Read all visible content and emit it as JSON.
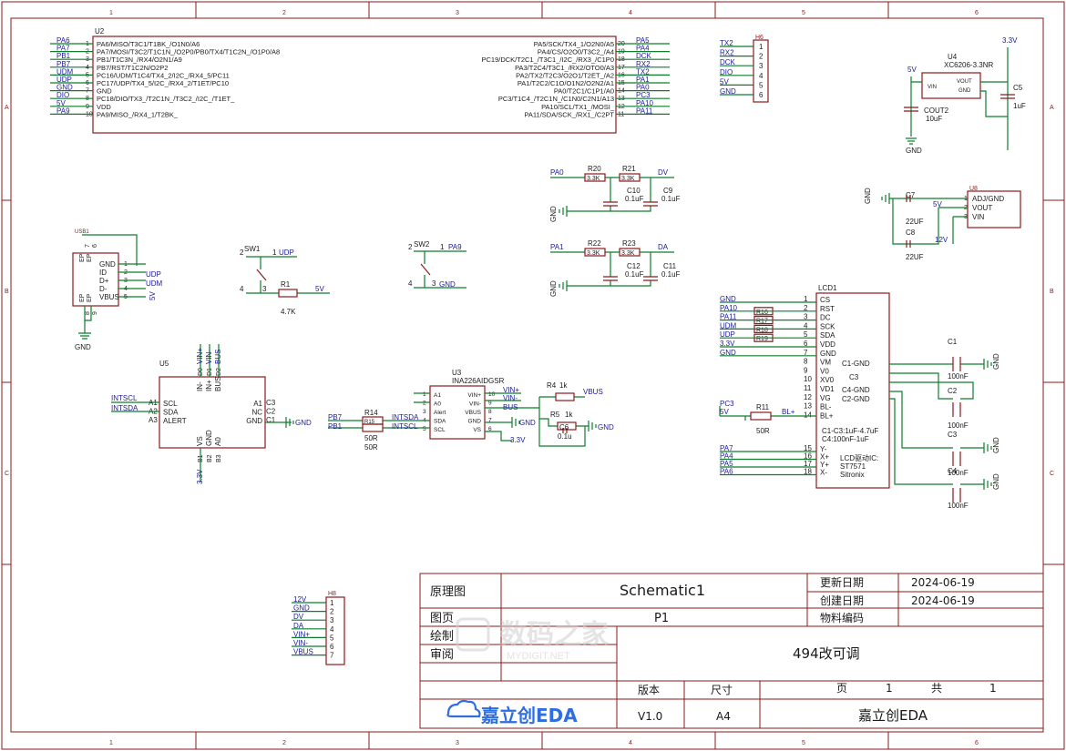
{
  "rulers": {
    "columns": [
      "1",
      "2",
      "3",
      "4",
      "5",
      "6"
    ],
    "rows": [
      "A",
      "B",
      "C"
    ]
  },
  "u2": {
    "ref": "U2",
    "left_nets": [
      "PA6",
      "PA7",
      "PB1",
      "PB7",
      "UDM",
      "UDP",
      "GND",
      "DIO",
      "5V",
      "PA9"
    ],
    "left_pins": [
      "1",
      "2",
      "3",
      "4",
      "5",
      "6",
      "7",
      "8",
      "9",
      "10"
    ],
    "left_funcs": [
      "PA6/MISO/T3C1/T1BK_/O1N0/A6",
      "PA7/MOSI/T3C2/T1C1N_/O2P0/PB0/TX4/T1C2N_/O1P0/A8",
      "PB1/T1C3N_/RX4/O2N1/A9",
      "PB7/RST/T1C2N/O2P2",
      "PC16/UDM/T1C4/TX4_2/I2C_/RX4_5/PC11",
      "PC17/UDP/TX4_5/I2C_/RX4_2/T1ET/PC10",
      "GND",
      "PC18/DIO/TX3_/T2C1N_/T3C2_/I2C_/T1ET_",
      "VDD",
      "PA9/MISO_/RX4_1/T2BK_"
    ],
    "right_nets": [
      "PA5",
      "PA4",
      "DCK",
      "RX2",
      "TX2",
      "PA1",
      "PA0",
      "PC3",
      "PA10",
      "PA11"
    ],
    "right_pins": [
      "20",
      "19",
      "18",
      "17",
      "16",
      "15",
      "14",
      "13",
      "12",
      "11"
    ],
    "right_funcs": [
      "PA5/SCK/TX4_1/O2N0/A5",
      "PA4/CS/O2O0/T3C2_/A4",
      "PC19/DCK/T2C1_/T3C1_/I2C_/RX3_/C1P0",
      "PA3/T2C4/T3C1_/RX2/OTO0/A3",
      "PA2/TX2/T2C3/O2O1/T2ET_/A2",
      "PA1/T2C2/C1O/O1N2/O2N2/A1",
      "PA0/T2C1/C1P1/A0",
      "PC3/T1C4_/T2C1N_/C1N0/C2N1/A13",
      "PA10/SCL/TX1_/MOSI_",
      "PA11/SDA/SCK_/RX1_/C2PT"
    ]
  },
  "h_uart": {
    "ref": "H6",
    "nets": [
      "TX2",
      "RX2",
      "DCK",
      "DIO",
      "5V",
      "GND"
    ],
    "pins": [
      "1",
      "2",
      "3",
      "4",
      "5",
      "6"
    ]
  },
  "u4": {
    "ref": "U4",
    "part": "XC6206-3.3NR",
    "vin": "VIN",
    "vout": "VOUT",
    "gnd": "GND",
    "in_net": "5V",
    "out_net": "3.3V",
    "cout": "COUT2",
    "cout_val": "10uF",
    "c5": "C5",
    "c5_val": "1uF",
    "gnd_label": "GND"
  },
  "divider1": {
    "in_net": "PA0",
    "r_a": "R20",
    "r_a_val": "3.3K",
    "r_b": "R21",
    "r_b_val": "3.3K",
    "out_net": "DV",
    "c_a": "C10",
    "c_a_val": "0.1uF",
    "c_b": "C9",
    "c_b_val": "0.1uF",
    "gnd": "GND"
  },
  "divider2": {
    "in_net": "PA1",
    "r_a": "R22",
    "r_a_val": "3.3K",
    "r_b": "R23",
    "r_b_val": "3.3K",
    "out_net": "DA",
    "c_a": "C12",
    "c_a_val": "0.1uF",
    "c_b": "C11",
    "c_b_val": "0.1uF",
    "gnd": "GND"
  },
  "u8": {
    "ref": "U8",
    "pins": [
      "1",
      "2",
      "3"
    ],
    "labels": [
      "ADJ/GND",
      "VOUT",
      "VIN"
    ],
    "c7": "C7",
    "c7_val": "22UF",
    "c8": "C8",
    "c8_val": "22UF",
    "net_a": "5V",
    "net_b": "12V",
    "gnd": "GND"
  },
  "usb": {
    "ref": "USB1",
    "pins": [
      "1",
      "2",
      "3",
      "4",
      "5"
    ],
    "labels": [
      "GND",
      "ID",
      "D+",
      "D-",
      "VBUS"
    ],
    "ep_labels": [
      "EP",
      "EP",
      "EP",
      "EP"
    ],
    "ep_pins": [
      "7",
      "6",
      "8",
      "9"
    ],
    "nets": [
      "UDP",
      "UDM",
      "5V"
    ],
    "gnd": "GND"
  },
  "sw1": {
    "ref": "SW1",
    "pins": [
      "2",
      "1",
      "4",
      "3"
    ],
    "net": "UDP",
    "r": "R1",
    "r_val": "4.7K",
    "out_net": "5V"
  },
  "sw2": {
    "ref": "SW2",
    "pins": [
      "2",
      "1",
      "4",
      "3"
    ],
    "net": "PA9",
    "gnd": "GND"
  },
  "u5": {
    "ref": "U5",
    "left": [
      "SCL",
      "SDA",
      "ALERT"
    ],
    "left_pins": [
      "A1",
      "A2",
      "A3"
    ],
    "left_nets": [
      "INTSCL",
      "INTSDA"
    ],
    "right": [
      "A1",
      "NC",
      "GND"
    ],
    "right_pins": [
      "C3",
      "C2",
      "C1"
    ],
    "top": [
      "IN-",
      "IN+",
      "BUS"
    ],
    "top_pins": [
      "D0",
      "D1",
      "D2"
    ],
    "top_nets": [
      "VIN+",
      "VIN-",
      "BUS"
    ],
    "bottom": [
      "VS",
      "GND",
      "A0"
    ],
    "bottom_pins": [
      "B1",
      "B2",
      "B3"
    ],
    "bottom_net": "3.3V",
    "gnd": "GND"
  },
  "u3": {
    "ref": "U3",
    "part": "INA226AIDGSR",
    "left": [
      "A1",
      "A0",
      "Alert",
      "SDA",
      "SCL"
    ],
    "right": [
      "VIN+",
      "VIN-",
      "VBUS",
      "GND",
      "VS"
    ],
    "right_pins": [
      "10",
      "9",
      "8",
      "7",
      "6"
    ],
    "left_pins": [
      "1",
      "2",
      "3",
      "4",
      "5"
    ],
    "nets_right": [
      "VIN+",
      "VIN-",
      "BUS"
    ],
    "nets_left": [
      "INTSDA",
      "INTSCL"
    ],
    "vs_net": "3.3V",
    "gnd": "GND",
    "r14": "R14",
    "r14_val": "50R",
    "r15": "R15",
    "r15_val": "50R",
    "pb7": "PB7",
    "pb1": "PB1",
    "r4": "R4",
    "r4_val": "1k",
    "r5": "R5",
    "r5_val": "1k",
    "c6": "C6",
    "c6_val": "0.1u",
    "vbus": "VBUS"
  },
  "lcd": {
    "ref": "LCD1",
    "pins": [
      "1",
      "2",
      "3",
      "4",
      "5",
      "6",
      "7",
      "8",
      "9",
      "10",
      "11",
      "12",
      "13",
      "14",
      "15",
      "16",
      "17",
      "18"
    ],
    "labels": [
      "CS",
      "RST",
      "DC",
      "SCK",
      "SDA",
      "VDD",
      "GND",
      "VM",
      "V0",
      "XV0",
      "VD1",
      "VG",
      "BL-",
      "BL+",
      "Y-",
      "X+",
      "Y+",
      "X-"
    ],
    "nets": [
      "GND",
      "PA10",
      "PA11",
      "UDM",
      "UDP",
      "3.3V",
      "GND"
    ],
    "res": [
      "R16",
      "R17",
      "R18",
      "R19"
    ],
    "cap_labels": [
      "C1-GND",
      "C3",
      "C4-GND",
      "C2-GND"
    ],
    "note1": "C1-C3:1uF-4.7uF",
    "note2": "C4:100nF-1uF",
    "drv1": "LCD驱动IC:",
    "drv2": "ST7571",
    "drv3": "Sitronix",
    "bl_net": "BL+",
    "r11": "R11",
    "r11_val": "50R",
    "pc3": "PC3",
    "net5v": "5V",
    "touch_nets": [
      "PA7",
      "PA4",
      "PA5",
      "PA6"
    ],
    "caps": [
      {
        "ref": "C1",
        "val": "100nF"
      },
      {
        "ref": "C2",
        "val": "100nF"
      },
      {
        "ref": "C3",
        "val": "100nF"
      },
      {
        "ref": "C4",
        "val": "100nF"
      }
    ],
    "gnd": "GND"
  },
  "h8": {
    "ref": "H8",
    "nets": [
      "12V",
      "GND",
      "DV",
      "DA",
      "VIN+",
      "VIN-",
      "VBUS"
    ],
    "pins": [
      "1",
      "2",
      "3",
      "4",
      "5",
      "6",
      "7"
    ]
  },
  "titleblock": {
    "k_schematic": "原理图",
    "v_schematic": "Schematic1",
    "k_updated": "更新日期",
    "v_updated": "2024-06-19",
    "k_created": "创建日期",
    "v_created": "2024-06-19",
    "k_page": "图页",
    "v_page": "P1",
    "k_material": "物料编码",
    "k_draw": "绘制",
    "k_review": "审阅",
    "v_title": "494改可调",
    "k_version": "版本",
    "k_size": "尺寸",
    "k_pg": "页",
    "v_pg": "1",
    "k_of": "共",
    "v_of": "1",
    "brand": "嘉立创EDA",
    "v_version": "V1.0",
    "v_size": "A4",
    "company": "嘉立创EDA"
  },
  "watermark": {
    "main": "数码之家",
    "sub": "MYDIGIT.NET"
  }
}
